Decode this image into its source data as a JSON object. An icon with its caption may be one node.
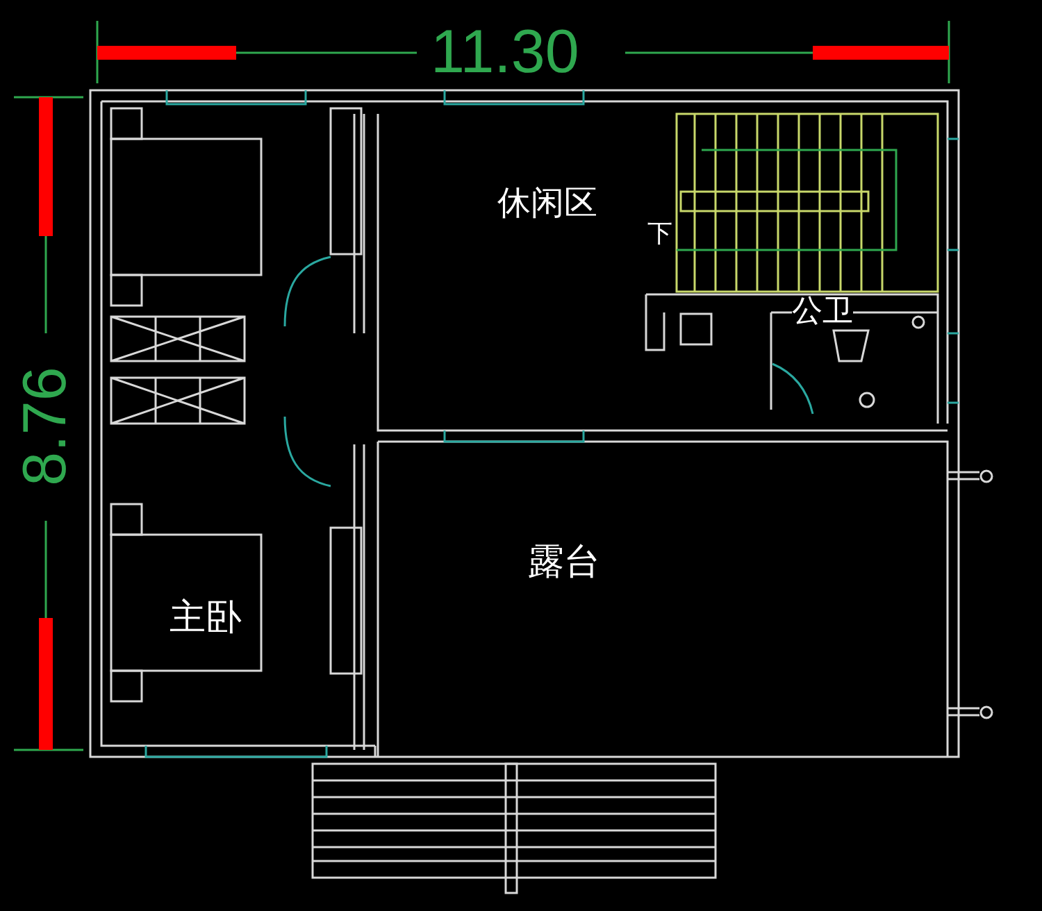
{
  "diagram": {
    "labels": [
      "11.30",
      "8.76",
      "休闲区",
      "下",
      "公卫",
      "露台",
      "主卧"
    ]
  }
}
